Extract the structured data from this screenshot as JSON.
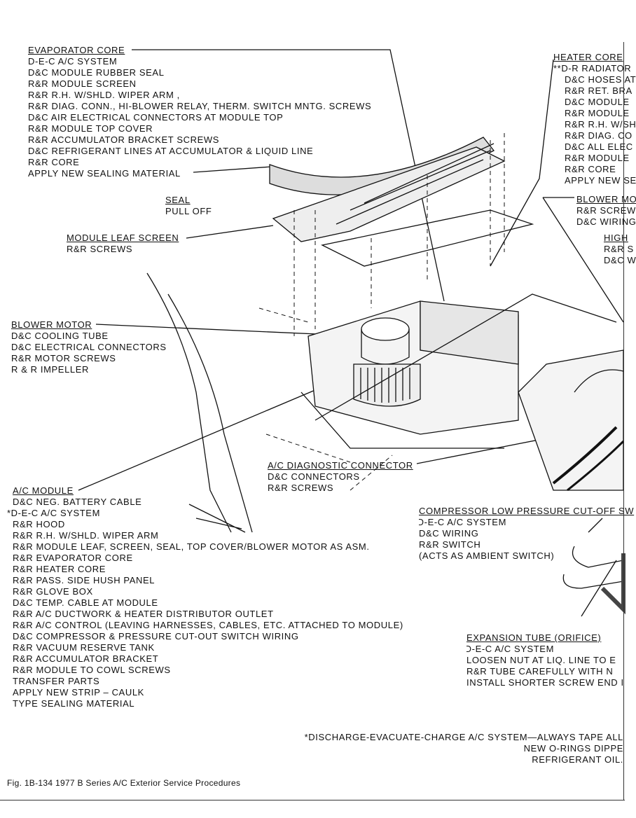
{
  "blocks": {
    "evaporator": {
      "heading": "EVAPORATOR CORE",
      "lines": [
        "D-E-C A/C SYSTEM",
        "D&C MODULE RUBBER SEAL",
        "R&R MODULE SCREEN",
        "R&R R.H. W/SHLD. WIPER ARM ,",
        "R&R DIAG. CONN., HI-BLOWER RELAY, THERM. SWITCH MNTG. SCREWS",
        "D&C AIR ELECTRICAL CONNECTORS AT MODULE TOP",
        "R&R MODULE TOP COVER",
        "R&R ACCUMULATOR BRACKET SCREWS",
        "D&C REFRIGERANT LINES AT ACCUMULATOR & LIQUID LINE",
        "R&R CORE",
        "APPLY NEW SEALING MATERIAL"
      ]
    },
    "heater": {
      "heading": "HEATER CORE",
      "lines": [
        "**D-R RADIATOR",
        "D&C HOSES AT",
        "R&R RET. BRA",
        "D&C MODULE",
        "R&R MODULE",
        "R&R R.H. W/SH",
        "R&R DIAG. CO",
        "D&C ALL ELEC",
        "R&R MODULE",
        "R&R CORE",
        "APPLY NEW SE"
      ]
    },
    "seal": {
      "heading": "SEAL",
      "lines": [
        "PULL OFF"
      ]
    },
    "leaf": {
      "heading": "MODULE LEAF SCREEN",
      "lines": [
        "R&R SCREWS"
      ]
    },
    "blower_right": {
      "heading": "BLOWER MO",
      "lines": [
        "R&R SCREW",
        "D&C WIRING"
      ]
    },
    "high": {
      "heading": "HIGH",
      "lines": [
        "R&R S",
        "D&C W"
      ]
    },
    "blower": {
      "heading": "BLOWER MOTOR",
      "lines": [
        "D&C COOLING TUBE",
        "D&C ELECTRICAL CONNECTORS",
        "R&R MOTOR SCREWS",
        "R & R IMPELLER"
      ]
    },
    "diag": {
      "heading": "A/C DIAGNOSTIC CONNECTOR",
      "lines": [
        "D&C CONNECTORS",
        "R&R SCREWS"
      ]
    },
    "module": {
      "heading": "A/C MODULE",
      "lines": [
        "D&C NEG. BATTERY CABLE",
        "*D-E-C A/C SYSTEM",
        "R&R HOOD",
        "R&R R.H. W/SHLD. WIPER ARM",
        "R&R MODULE LEAF, SCREEN, SEAL, TOP COVER/BLOWER MOTOR AS ASM.",
        "R&R EVAPORATOR CORE",
        "R&R HEATER CORE",
        "R&R PASS. SIDE HUSH PANEL",
        "R&R GLOVE BOX",
        "D&C TEMP. CABLE AT MODULE",
        "R&R A/C DUCTWORK & HEATER DISTRIBUTOR OUTLET",
        "R&R A/C CONTROL (LEAVING HARNESSES, CABLES, ETC. ATTACHED TO MODULE)",
        "D&C COMPRESSOR & PRESSURE CUT-OUT SWITCH WIRING",
        "R&R VACUUM RESERVE TANK",
        "R&R ACCUMULATOR BRACKET",
        "R&R MODULE TO COWL SCREWS",
        "TRANSFER PARTS",
        "APPLY NEW STRIP – CAULK",
        "TYPE SEALING MATERIAL"
      ]
    },
    "compressor": {
      "heading": "COMPRESSOR LOW PRESSURE CUT-OFF SW",
      "lines": [
        "*D-E-C A/C SYSTEM",
        "D&C WIRING",
        "R&R SWITCH",
        "(ACTS AS AMBIENT SWITCH)"
      ]
    },
    "expansion": {
      "heading": "EXPANSION TUBE (ORIFICE)",
      "lines": [
        "*D-E-C A/C SYSTEM",
        "LOOSEN NUT AT LIQ. LINE TO E",
        "R&R TUBE CAREFULLY WITH N",
        "INSTALL SHORTER SCREW END I"
      ]
    },
    "footnote": {
      "lines": [
        "*DISCHARGE-EVACUATE-CHARGE A/C SYSTEM—ALWAYS TAPE ALL",
        "NEW O-RINGS DIPPE",
        "REFRIGERANT OIL."
      ]
    }
  },
  "caption": "Fig. 1B-134 1977 B Series A/C Exterior Service Procedures"
}
